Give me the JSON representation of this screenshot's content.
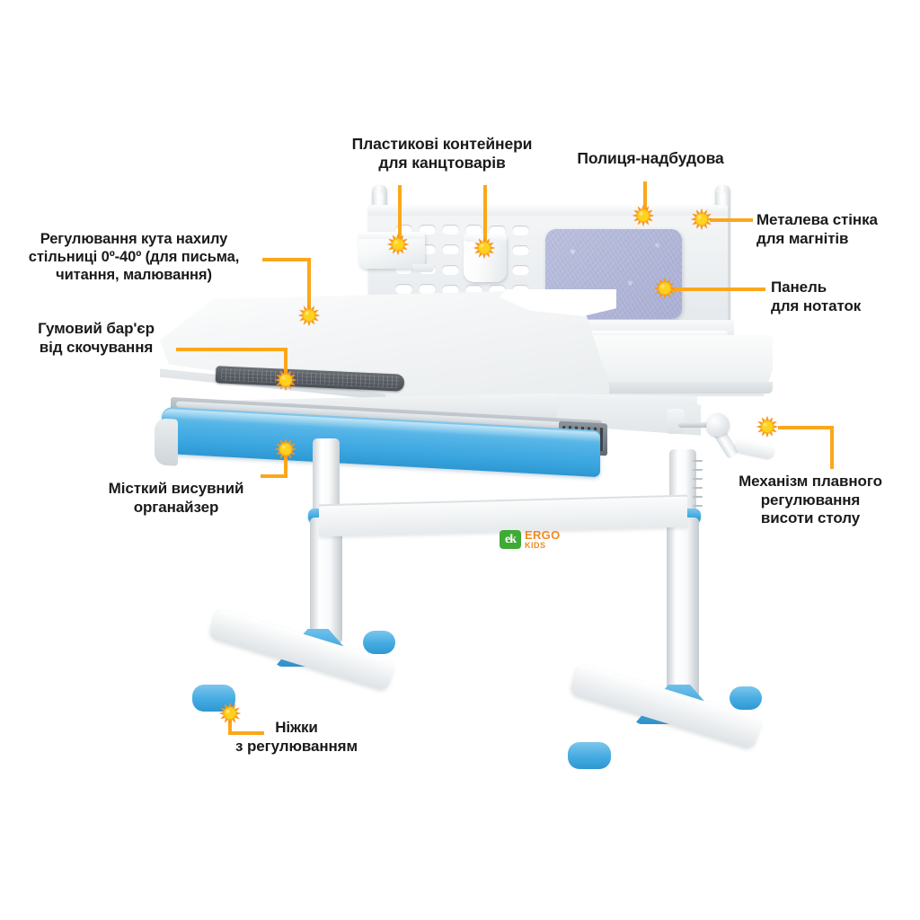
{
  "page": {
    "product": "Ergokids children's height-adjustable desk",
    "background_color": "#ffffff",
    "accent_color": "#FBA71B",
    "text_color": "#1a1a1a",
    "desk_blue": "#3AA6E0",
    "noteboard_color": "#B2B7D8",
    "barrier_color": "#585D64"
  },
  "brand": {
    "badge_text": "ek",
    "name_top": "ERGO",
    "name_bottom": "KIDS",
    "badge_color": "#3FAA35",
    "word_color": "#F08A1E"
  },
  "callouts": [
    {
      "id": "plastic-containers",
      "text": "Пластикові контейнери\nдля канцтоварів",
      "align": "center",
      "markers": 2
    },
    {
      "id": "shelf-superstructure",
      "text": "Полиця-надбудова",
      "align": "center",
      "markers": 1
    },
    {
      "id": "metal-wall-magnets",
      "text": "Металева стінка\nдля магнітів",
      "align": "left",
      "markers": 1
    },
    {
      "id": "notes-panel",
      "text": "Панель\nдля нотаток",
      "align": "left",
      "markers": 1
    },
    {
      "id": "tilt-angle-adjustment",
      "text": "Регулювання кута нахилу\nстільниці 0º-40º (для письма,\nчитання, малювання)",
      "align": "right",
      "markers": 1
    },
    {
      "id": "rubber-barrier",
      "text": "Гумовий бар'єр\nвід скочування",
      "align": "right",
      "markers": 1
    },
    {
      "id": "pullout-organizer",
      "text": "Місткий висувний\nорганайзер",
      "align": "right",
      "markers": 1
    },
    {
      "id": "height-adjust-mechanism",
      "text": "Механізм плавного\nрегулювання\nвисоти столу",
      "align": "center",
      "markers": 1
    },
    {
      "id": "adjustable-feet",
      "text": "Ніжки\nз регулюванням",
      "align": "center",
      "markers": 1
    }
  ],
  "icons": {
    "marker": "sun-gear-marker"
  }
}
